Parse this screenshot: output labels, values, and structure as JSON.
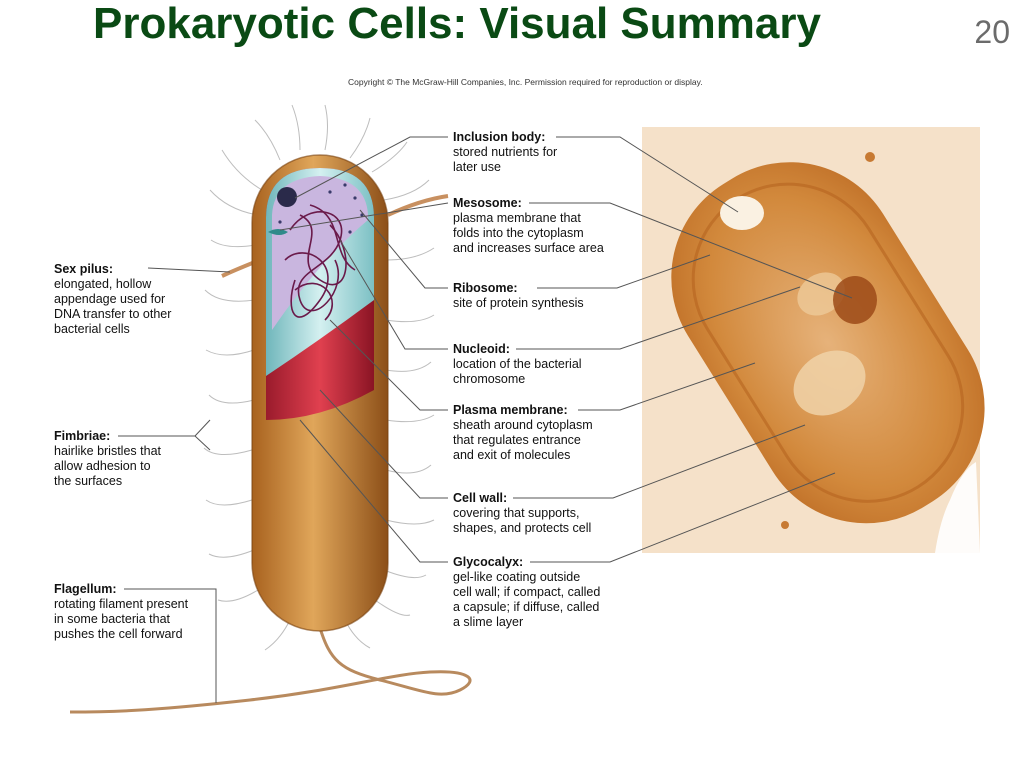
{
  "title": "Prokaryotic Cells: Visual Summary",
  "slide_number": "20",
  "copyright": "Copyright © The McGraw-Hill Companies, Inc. Permission required for reproduction or display.",
  "colors": {
    "title": "#0a4a14",
    "cell_body": "#c98a3c",
    "cell_wall": "#c8283a",
    "membrane": "#9fd3d6",
    "cytoplasm": "#c9b6df",
    "nucleoid": "#6a1a4a",
    "micrograph": "#d08a3a"
  },
  "labels": {
    "sex_pilus": {
      "term": "Sex pilus:",
      "desc": "elongated, hollow\nappendage used for\nDNA transfer to other\nbacterial cells"
    },
    "fimbriae": {
      "term": "Fimbriae:",
      "desc": "hairlike bristles that\nallow adhesion to\nthe surfaces"
    },
    "flagellum": {
      "term": "Flagellum:",
      "desc": "rotating filament present\nin some bacteria that\npushes the cell forward"
    },
    "inclusion_body": {
      "term": "Inclusion body:",
      "desc": "stored nutrients for\nlater use"
    },
    "mesosome": {
      "term": "Mesosome:",
      "desc": "plasma membrane that\nfolds into the cytoplasm\nand increases surface area"
    },
    "ribosome": {
      "term": "Ribosome:",
      "desc": "site of protein synthesis"
    },
    "nucleoid": {
      "term": "Nucleoid:",
      "desc": "location of the bacterial\nchromosome"
    },
    "plasma_membrane": {
      "term": "Plasma membrane:",
      "desc": "sheath around cytoplasm\nthat regulates entrance\nand exit of molecules"
    },
    "cell_wall": {
      "term": "Cell wall:",
      "desc": "covering that supports,\nshapes, and protects cell"
    },
    "glycocalyx": {
      "term": "Glycocalyx:",
      "desc": "gel-like coating outside\ncell wall; if compact, called\na capsule; if diffuse, called\na slime layer"
    }
  }
}
